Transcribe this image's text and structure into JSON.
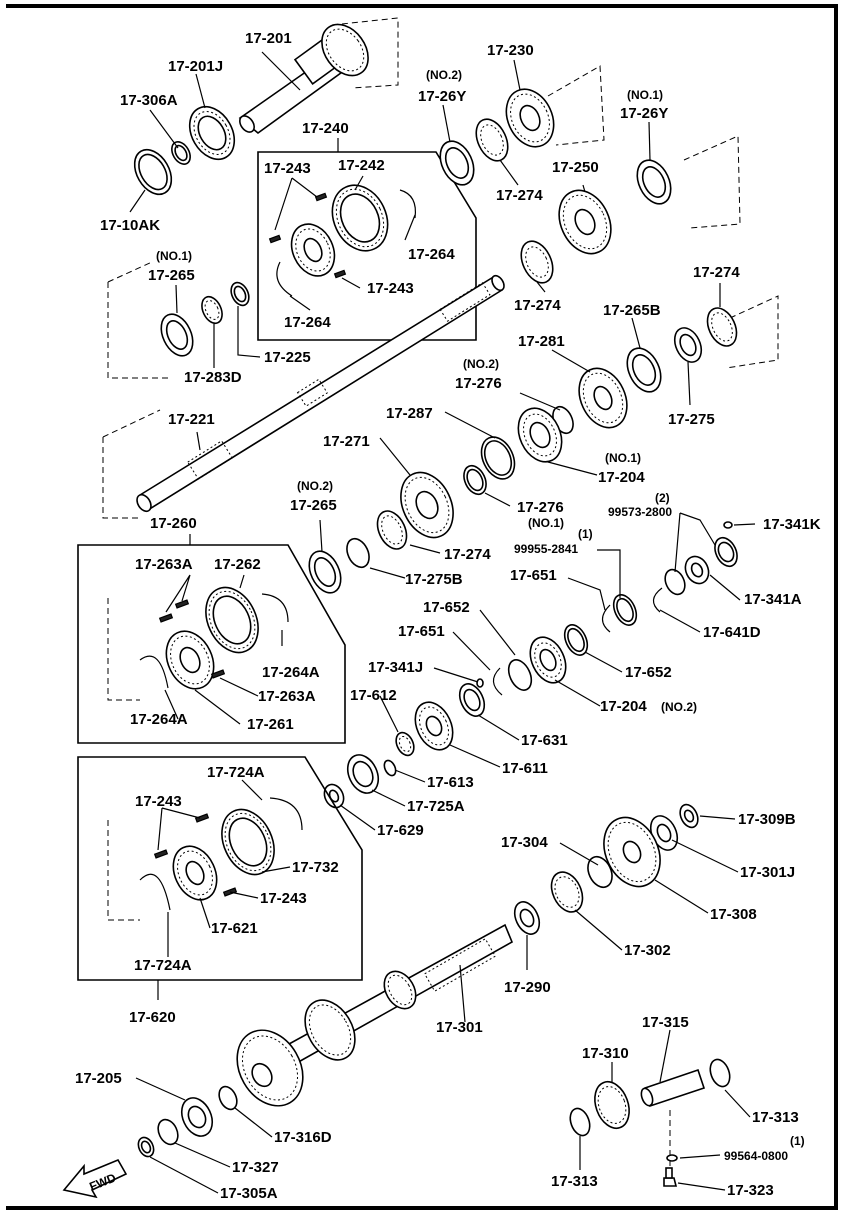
{
  "diagram": {
    "fwd_label": "FWD",
    "part_labels": [
      {
        "id": "p1",
        "text": "17-201"
      },
      {
        "id": "p2",
        "text": "17-201J"
      },
      {
        "id": "p3",
        "text": "17-306A"
      },
      {
        "id": "p4",
        "text": "17-10AK"
      },
      {
        "id": "p5",
        "text": "17-240"
      },
      {
        "id": "p6",
        "text": "17-243"
      },
      {
        "id": "p7",
        "text": "17-242"
      },
      {
        "id": "p8",
        "text": "17-264"
      },
      {
        "id": "p9",
        "text": "17-243"
      },
      {
        "id": "p10",
        "text": "17-264"
      },
      {
        "id": "p11",
        "text": "(NO.2)"
      },
      {
        "id": "p12",
        "text": "17-26Y"
      },
      {
        "id": "p13",
        "text": "17-230"
      },
      {
        "id": "p14",
        "text": "17-274"
      },
      {
        "id": "p15",
        "text": "(NO.1)"
      },
      {
        "id": "p16",
        "text": "17-26Y"
      },
      {
        "id": "p17",
        "text": "17-250"
      },
      {
        "id": "p18",
        "text": "17-274"
      },
      {
        "id": "p19",
        "text": "17-274"
      },
      {
        "id": "p20",
        "text": "(NO.1)"
      },
      {
        "id": "p21",
        "text": "17-265"
      },
      {
        "id": "p22",
        "text": "17-225"
      },
      {
        "id": "p23",
        "text": "17-283D"
      },
      {
        "id": "p24",
        "text": "17-265B"
      },
      {
        "id": "p25",
        "text": "17-281"
      },
      {
        "id": "p26",
        "text": "(NO.2)"
      },
      {
        "id": "p27",
        "text": "17-276"
      },
      {
        "id": "p28",
        "text": "17-275"
      },
      {
        "id": "p29",
        "text": "17-221"
      },
      {
        "id": "p30",
        "text": "17-287"
      },
      {
        "id": "p31",
        "text": "17-271"
      },
      {
        "id": "p32",
        "text": "(NO.1)"
      },
      {
        "id": "p33",
        "text": "17-204"
      },
      {
        "id": "p34",
        "text": "(NO.2)"
      },
      {
        "id": "p35",
        "text": "17-265"
      },
      {
        "id": "p36",
        "text": "17-276"
      },
      {
        "id": "p37",
        "text": "(NO.1)"
      },
      {
        "id": "p38",
        "text": "(2)"
      },
      {
        "id": "p39",
        "text": "99573-2800"
      },
      {
        "id": "p40",
        "text": "17-341K"
      },
      {
        "id": "p41",
        "text": "(1)"
      },
      {
        "id": "p42",
        "text": "99955-2841"
      },
      {
        "id": "p43",
        "text": "17-260"
      },
      {
        "id": "p44",
        "text": "17-274"
      },
      {
        "id": "p45",
        "text": "17-275B"
      },
      {
        "id": "p46",
        "text": "17-263A"
      },
      {
        "id": "p47",
        "text": "17-262"
      },
      {
        "id": "p48",
        "text": "17-651"
      },
      {
        "id": "p49",
        "text": "17-341A"
      },
      {
        "id": "p50",
        "text": "17-652"
      },
      {
        "id": "p51",
        "text": "17-641D"
      },
      {
        "id": "p52",
        "text": "17-651"
      },
      {
        "id": "p53",
        "text": "17-264A"
      },
      {
        "id": "p54",
        "text": "17-652"
      },
      {
        "id": "p55",
        "text": "17-263A"
      },
      {
        "id": "p56",
        "text": "17-341J"
      },
      {
        "id": "p57",
        "text": "17-204"
      },
      {
        "id": "p58",
        "text": "(NO.2)"
      },
      {
        "id": "p59",
        "text": "17-264A"
      },
      {
        "id": "p60",
        "text": "17-261"
      },
      {
        "id": "p61",
        "text": "17-612"
      },
      {
        "id": "p62",
        "text": "17-631"
      },
      {
        "id": "p63",
        "text": "17-611"
      },
      {
        "id": "p64",
        "text": "17-724A"
      },
      {
        "id": "p65",
        "text": "17-613"
      },
      {
        "id": "p66",
        "text": "17-243"
      },
      {
        "id": "p67",
        "text": "17-725A"
      },
      {
        "id": "p68",
        "text": "17-629"
      },
      {
        "id": "p69",
        "text": "17-309B"
      },
      {
        "id": "p70",
        "text": "17-732"
      },
      {
        "id": "p71",
        "text": "17-304"
      },
      {
        "id": "p72",
        "text": "17-301J"
      },
      {
        "id": "p73",
        "text": "17-243"
      },
      {
        "id": "p74",
        "text": "17-621"
      },
      {
        "id": "p75",
        "text": "17-308"
      },
      {
        "id": "p76",
        "text": "17-724A"
      },
      {
        "id": "p77",
        "text": "17-302"
      },
      {
        "id": "p78",
        "text": "17-290"
      },
      {
        "id": "p79",
        "text": "17-620"
      },
      {
        "id": "p80",
        "text": "17-301"
      },
      {
        "id": "p81",
        "text": "17-315"
      },
      {
        "id": "p82",
        "text": "17-310"
      },
      {
        "id": "p83",
        "text": "17-205"
      },
      {
        "id": "p84",
        "text": "17-313"
      },
      {
        "id": "p85",
        "text": "17-316D"
      },
      {
        "id": "p86",
        "text": "(1)"
      },
      {
        "id": "p87",
        "text": "99564-0800"
      },
      {
        "id": "p88",
        "text": "17-327"
      },
      {
        "id": "p89",
        "text": "17-313"
      },
      {
        "id": "p90",
        "text": "17-323"
      },
      {
        "id": "p91",
        "text": "17-305A"
      }
    ]
  }
}
